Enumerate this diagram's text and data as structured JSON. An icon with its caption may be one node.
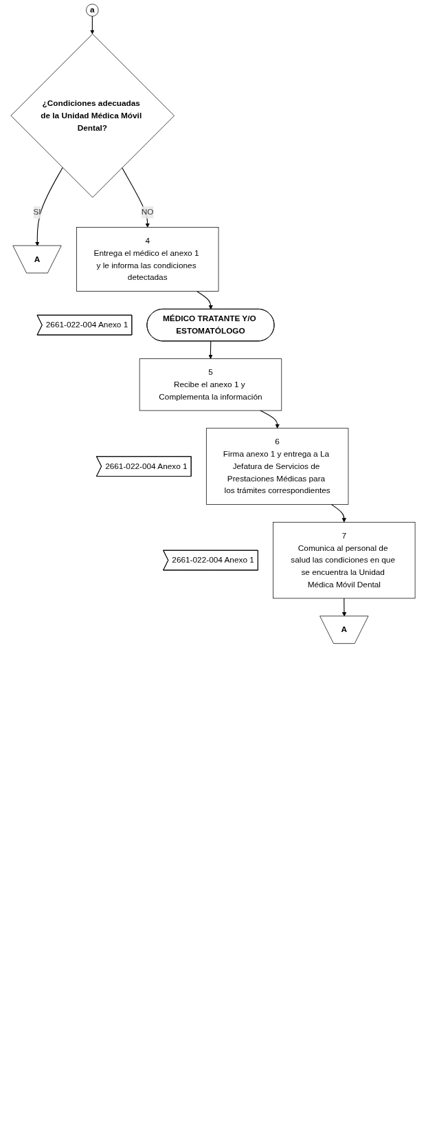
{
  "diagram": {
    "nodes": [
      {
        "text": [
          "a"
        ]
      },
      {
        "text": [
          "¿Condiciones adecuadas de la Unidad Médica Móvil Dental?"
        ]
      },
      {
        "text": [
          "A"
        ]
      },
      {
        "text": [
          "4",
          "Entrega el médico el anexo 1 y le informa las condiciones detectadas"
        ]
      },
      {
        "text": [
          "2661-022-004 Anexo 1"
        ]
      },
      {
        "text": [
          "MÉDICO TRATANTE Y/O ESTOMATÓLOGO"
        ]
      },
      {
        "text": [
          "5",
          "Recibe el anexo 1 y Complementa la información"
        ]
      },
      {
        "text": [
          "2661-022-004 Anexo 1"
        ]
      },
      {
        "text": [
          "6",
          "Firma anexo 1 y entrega a La Jefatura de Servicios de Prestaciones Médicas para los trámites correspondientes"
        ]
      },
      {
        "text": [
          "2661-022-004 Anexo 1"
        ]
      },
      {
        "text": [
          "7",
          "Comunica al personal de salud las condiciones en que se encuentra la Unidad Médica Móvil Dental"
        ]
      },
      {
        "text": [
          "A"
        ]
      }
    ],
    "edges": [
      {
        "from": 0,
        "to": 1,
        "arrow": "to"
      },
      {
        "from": 1,
        "to": 2,
        "arrow": "to",
        "label": "SI"
      },
      {
        "from": 1,
        "to": 3,
        "arrow": "to",
        "label": "NO"
      },
      {
        "from": 3,
        "to": 5,
        "arrow": "to"
      },
      {
        "from": 5,
        "to": 6,
        "arrow": "to"
      },
      {
        "from": 6,
        "to": 8,
        "arrow": "to"
      },
      {
        "from": 8,
        "to": 10,
        "arrow": "to"
      },
      {
        "from": 10,
        "to": 11,
        "arrow": "to"
      }
    ]
  }
}
